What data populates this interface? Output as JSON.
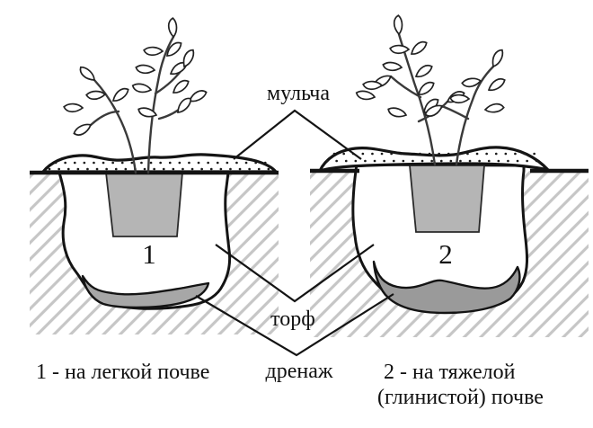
{
  "diagram": {
    "labels": {
      "mulch": "мульча",
      "peat": "торф",
      "drainage": "дренаж"
    },
    "scene1": {
      "number": "1",
      "caption": "1 - на легкой почве"
    },
    "scene2": {
      "number": "2",
      "caption_line1": "2 - на тяжелой",
      "caption_line2": "(глинистой) почве"
    },
    "colors": {
      "outline": "#141414",
      "root_ball": "#b5b5b5",
      "drainage_light": "#a7a7a7",
      "drainage_heavy": "#9a9a9a",
      "hatch": "#c6c6c6",
      "background": "#ffffff"
    }
  }
}
